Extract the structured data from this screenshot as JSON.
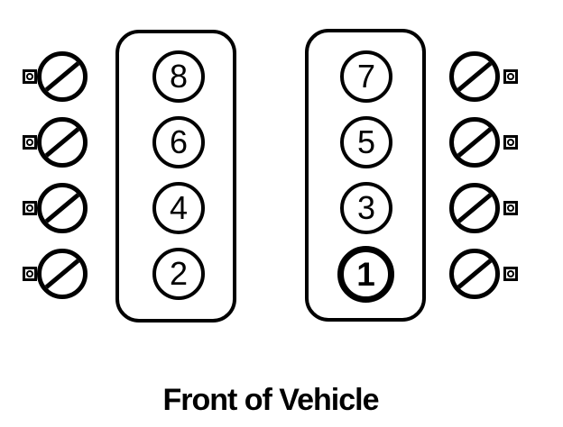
{
  "caption": "Front of Vehicle",
  "left_bank": {
    "cylinders": [
      {
        "number": "8",
        "emphasized": false
      },
      {
        "number": "6",
        "emphasized": false
      },
      {
        "number": "4",
        "emphasized": false
      },
      {
        "number": "2",
        "emphasized": false
      }
    ]
  },
  "right_bank": {
    "cylinders": [
      {
        "number": "7",
        "emphasized": false
      },
      {
        "number": "5",
        "emphasized": false
      },
      {
        "number": "3",
        "emphasized": false
      },
      {
        "number": "1",
        "emphasized": true
      }
    ]
  },
  "spark_plugs": {
    "icon": "circle-with-diagonal-slash",
    "connector_icon": "square-terminal-with-pin",
    "left_count": 4,
    "right_count": 4
  },
  "colors": {
    "line": "#000000",
    "background": "#ffffff"
  }
}
